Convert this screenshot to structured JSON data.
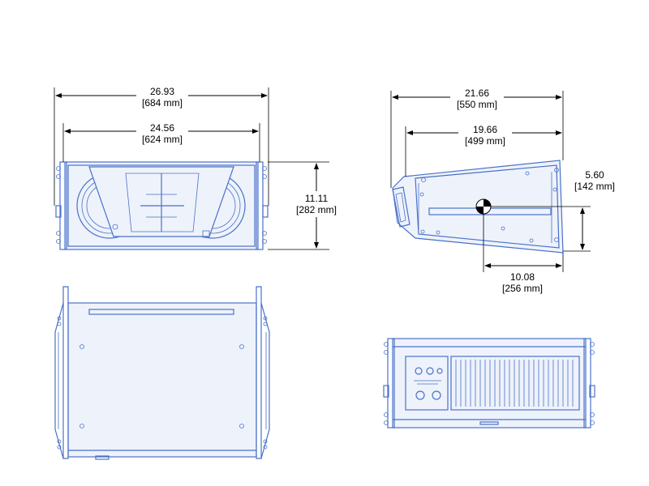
{
  "front_view": {
    "overall_width": {
      "value": "26.93",
      "metric": "[684 mm]"
    },
    "inner_width": {
      "value": "24.56",
      "metric": "[624 mm]"
    },
    "height": {
      "value": "11.11",
      "metric": "[282 mm]"
    }
  },
  "side_view": {
    "overall_depth": {
      "value": "21.66",
      "metric": "[550 mm]"
    },
    "inner_depth": {
      "value": "19.66",
      "metric": "[499 mm]"
    },
    "cg_height": {
      "value": "5.60",
      "metric": "[142 mm]"
    },
    "cg_depth": {
      "value": "10.08",
      "metric": "[256 mm]"
    }
  },
  "colors": {
    "drawing": "#4a72c8",
    "dimension": "#000000"
  }
}
